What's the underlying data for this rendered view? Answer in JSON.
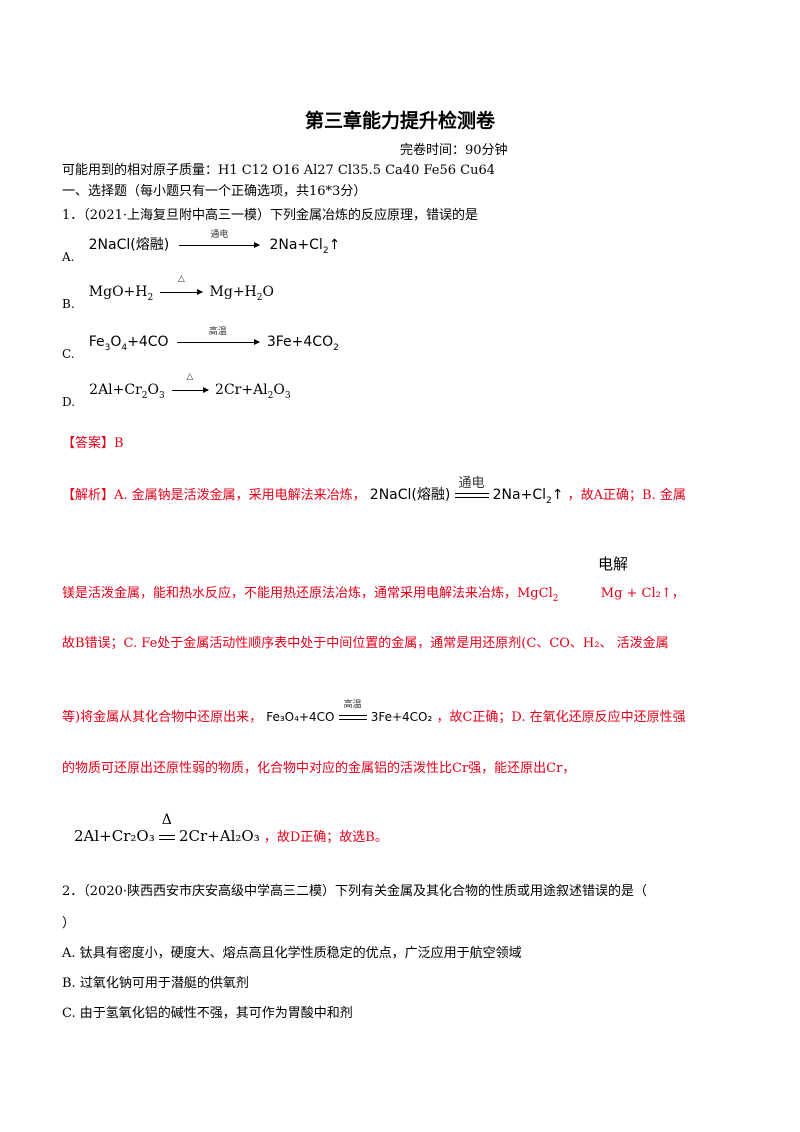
{
  "title": "第三章能力提升检测卷",
  "subtitle": "完卷时间：90分钟",
  "atomic_masses": "可能用到的相对原子质量：H1  C12  O16  Al27  Cl35.5  Ca40  Fe56  Cu64",
  "section1": "一、选择题（每小题只有一个正确选项，共16*3分）",
  "q1": {
    "stem": "1．（2021·上海复旦附中高三一模）下列金属冶炼的反应原理，错误的是",
    "options": {
      "a_letter": "A.",
      "a_left": "2NaCl(熔融)",
      "a_cond": "通电",
      "a_right": "2Na+Cl",
      "a_right_sub": "2",
      "a_right_tail": "↑",
      "b_letter": "B.",
      "b_left": "MgO+H",
      "b_left_sub": "2",
      "b_cond": "△",
      "b_right": "Mg+H",
      "b_right_sub": "2",
      "b_right_tail": "O",
      "c_letter": "C.",
      "c_left1": "Fe",
      "c_left_sub1": "3",
      "c_left2": "O",
      "c_left_sub2": "4",
      "c_left3": "+4CO",
      "c_cond": "高温",
      "c_right": "3Fe+4CO",
      "c_right_sub": "2",
      "d_letter": "D.",
      "d_left1": "2Al+Cr",
      "d_left_sub1": "2",
      "d_left2": "O",
      "d_left_sub2": "3",
      "d_cond": "△",
      "d_right1": "2Cr+Al",
      "d_right_sub1": "2",
      "d_right2": "O",
      "d_right_sub2": "3"
    },
    "answer": "【答案】B",
    "analysis": {
      "p1_prefix": "【解析】A. 金属钠是活泼金属，采用电解法来冶炼，",
      "p1_eq_left": "2NaCl(熔融)",
      "p1_eq_cond": "通电",
      "p1_eq_right": "2Na+Cl",
      "p1_eq_sub": "2",
      "p1_eq_tail": "↑",
      "p1_suffix": "，故A正确；B. 金属",
      "p2_cond": "电解",
      "p2_text": "镁是活泼金属，能和热水反应，不能用热还原法冶炼，通常采用电解法来冶炼，MgCl",
      "p2_sub": "2",
      "p2_tail": "Mg + Cl₂↑，",
      "p3": "故B错误；C. Fe处于金属活动性顺序表中处于中间位置的金属，通常是用还原剂(C、CO、H₂、 活泼金属",
      "p4_prefix": "等)将金属从其化合物中还原出来，",
      "p4_eq_left": "Fe₃O₄+4CO",
      "p4_eq_cond": "高温",
      "p4_eq_right": "3Fe+4CO₂",
      "p4_suffix": "，故C正确；D. 在氧化还原反应中还原性强",
      "p5": "的物质可还原出还原性弱的物质，化合物中对应的金属铝的活泼性比Cr强，能还原出Cr，",
      "p6_eq_left": "2Al+Cr₂O₃",
      "p6_eq_cond": "Δ",
      "p6_eq_right": "2Cr+Al₂O₃",
      "p6_suffix": "，故D正确；故选B。"
    }
  },
  "q2": {
    "stem": "2．（2020·陕西西安市庆安高级中学高三二模）下列有关金属及其化合物的性质或用途叙述错误的是（",
    "stem_cont": "）",
    "opt_a": "A. 钛具有密度小，硬度大、熔点高且化学性质稳定的优点，广泛应用于航空领域",
    "opt_b": "B. 过氧化钠可用于潜艇的供氧剂",
    "opt_c": "C. 由于氢氧化铝的碱性不强，其可作为胃酸中和剂"
  },
  "colors": {
    "red": "#e6001a",
    "text": "#000000"
  }
}
